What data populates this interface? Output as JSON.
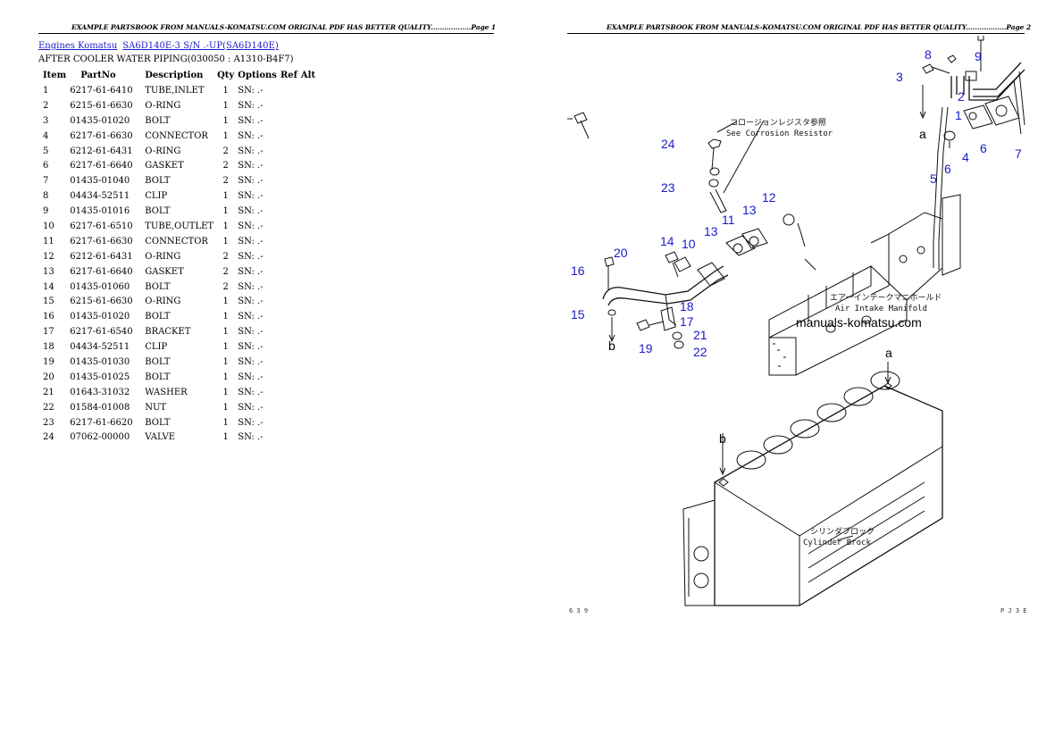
{
  "page1": {
    "header": "EXAMPLE PARTSBOOK FROM MANUALS-KOMATSU.COM ORIGINAL PDF HAS BETTER QUALITY..................Page 1",
    "breadcrumb": {
      "link1": "Engines Komatsu",
      "link2": "SA6D140E-3 S/N .-UP(SA6D140E)"
    },
    "subtitle": "AFTER COOLER WATER PIPING(030050 : A1310-B4F7)",
    "columns": [
      "Item",
      "PartNo",
      "Description",
      "Qty",
      "Options",
      "Ref",
      "Alt"
    ],
    "rows": [
      {
        "item": "1",
        "partno": "6217-61-6410",
        "desc": "TUBE,INLET",
        "qty": "1",
        "opt": "SN: .-"
      },
      {
        "item": "2",
        "partno": "6215-61-6630",
        "desc": "O-RING",
        "qty": "1",
        "opt": "SN: .-"
      },
      {
        "item": "3",
        "partno": "01435-01020",
        "desc": "BOLT",
        "qty": "1",
        "opt": "SN: .-"
      },
      {
        "item": "4",
        "partno": "6217-61-6630",
        "desc": "CONNECTOR",
        "qty": "1",
        "opt": "SN: .-"
      },
      {
        "item": "5",
        "partno": "6212-61-6431",
        "desc": "O-RING",
        "qty": "2",
        "opt": "SN: .-"
      },
      {
        "item": "6",
        "partno": "6217-61-6640",
        "desc": "GASKET",
        "qty": "2",
        "opt": "SN: .-"
      },
      {
        "item": "7",
        "partno": "01435-01040",
        "desc": "BOLT",
        "qty": "2",
        "opt": "SN: .-"
      },
      {
        "item": "8",
        "partno": "04434-52511",
        "desc": "CLIP",
        "qty": "1",
        "opt": "SN: .-"
      },
      {
        "item": "9",
        "partno": "01435-01016",
        "desc": "BOLT",
        "qty": "1",
        "opt": "SN: .-"
      },
      {
        "item": "10",
        "partno": "6217-61-6510",
        "desc": "TUBE,OUTLET",
        "qty": "1",
        "opt": "SN: .-"
      },
      {
        "item": "11",
        "partno": "6217-61-6630",
        "desc": "CONNECTOR",
        "qty": "1",
        "opt": "SN: .-"
      },
      {
        "item": "12",
        "partno": "6212-61-6431",
        "desc": "O-RING",
        "qty": "2",
        "opt": "SN: .-"
      },
      {
        "item": "13",
        "partno": "6217-61-6640",
        "desc": "GASKET",
        "qty": "2",
        "opt": "SN: .-"
      },
      {
        "item": "14",
        "partno": "01435-01060",
        "desc": "BOLT",
        "qty": "2",
        "opt": "SN: .-"
      },
      {
        "item": "15",
        "partno": "6215-61-6630",
        "desc": "O-RING",
        "qty": "1",
        "opt": "SN: .-"
      },
      {
        "item": "16",
        "partno": "01435-01020",
        "desc": "BOLT",
        "qty": "1",
        "opt": "SN: .-"
      },
      {
        "item": "17",
        "partno": "6217-61-6540",
        "desc": "BRACKET",
        "qty": "1",
        "opt": "SN: .-"
      },
      {
        "item": "18",
        "partno": "04434-52511",
        "desc": "CLIP",
        "qty": "1",
        "opt": "SN: .-"
      },
      {
        "item": "19",
        "partno": "01435-01030",
        "desc": "BOLT",
        "qty": "1",
        "opt": "SN: .-"
      },
      {
        "item": "20",
        "partno": "01435-01025",
        "desc": "BOLT",
        "qty": "1",
        "opt": "SN: .-"
      },
      {
        "item": "21",
        "partno": "01643-31032",
        "desc": "WASHER",
        "qty": "1",
        "opt": "SN: .-"
      },
      {
        "item": "22",
        "partno": "01584-01008",
        "desc": "NUT",
        "qty": "1",
        "opt": "SN: .-"
      },
      {
        "item": "23",
        "partno": "6217-61-6620",
        "desc": "BOLT",
        "qty": "1",
        "opt": "SN: .-"
      },
      {
        "item": "24",
        "partno": "07062-00000",
        "desc": "VALVE",
        "qty": "1",
        "opt": "SN: .-"
      }
    ]
  },
  "page2": {
    "header": "EXAMPLE PARTSBOOK FROM MANUALS-KOMATSU.COM ORIGINAL PDF HAS BETTER QUALITY..................Page 2",
    "diagram": {
      "labels": {
        "corrosion_jp": "コロージョンレジスタ参照",
        "corrosion_en": "See Corrosion Resistor",
        "manifold_jp": "エアーインテークマニホールド",
        "manifold_en": "Air Intake Manifold",
        "block_jp": "シリンダブロック",
        "block_en": "Cylinder Brock",
        "watermark": "manuals-komatsu.com",
        "ref_a_top": "a",
        "ref_a_bottom": "a",
        "ref_b_left": "b",
        "ref_b_block": "b",
        "code_left": "6 3 9",
        "code_right": "P J 3 E"
      },
      "callouts": [
        "8",
        "9",
        "3",
        "2",
        "1",
        "6",
        "4",
        "6",
        "7",
        "5",
        "24",
        "23",
        "12",
        "11",
        "13",
        "13",
        "14",
        "10",
        "20",
        "16",
        "18",
        "15",
        "17",
        "19",
        "21",
        "22"
      ]
    }
  }
}
